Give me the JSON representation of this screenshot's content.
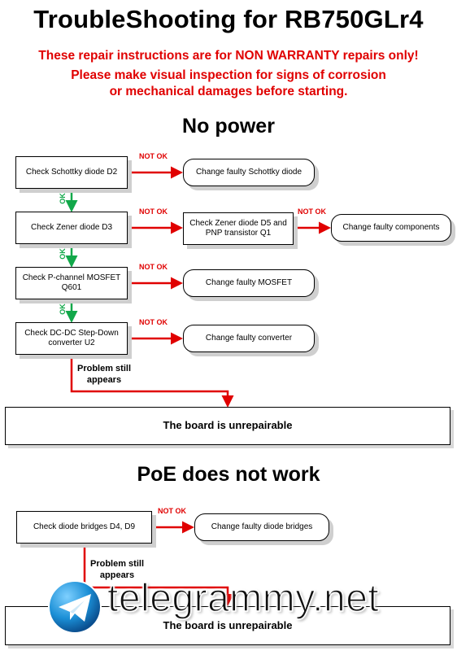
{
  "title": "TroubleShooting for RB750GLr4",
  "warnings": [
    "These repair instructions are for NON WARRANTY repairs only!",
    "Please make visual inspection for signs of corrosion",
    "or mechanical damages before starting."
  ],
  "section1": {
    "heading": "No power",
    "checks": [
      {
        "label": "Check Schottky diode D2",
        "fix": "Change faulty Schottky diode",
        "branch": "NOT OK"
      },
      {
        "label": "Check Zener diode D3",
        "fix": "Check Zener diode D5 and PNP transistor Q1",
        "branch": "NOT OK"
      },
      {
        "label": "Check P-channel MOSFET Q601",
        "fix": "Change faulty MOSFET",
        "branch": "NOT OK"
      },
      {
        "label": "Check DC-DC Step-Down converter U2",
        "fix": "Change faulty converter",
        "branch": "NOT OK"
      }
    ],
    "sub_fix": {
      "label": "Change faulty components",
      "branch": "NOT OK"
    },
    "ok_labels": [
      "OK",
      "OK",
      "OK"
    ],
    "still": "Problem still appears",
    "final": "The board is unrepairable"
  },
  "section2": {
    "heading": "PoE does not work",
    "check": "Check diode bridges D4, D9",
    "fix": "Change faulty diode bridges",
    "branch": "NOT OK",
    "still": "Problem still appears",
    "final": "The board is unrepairable"
  },
  "watermark": {
    "text": "telegrammy.net",
    "icon": "paper-plane-icon",
    "colors": {
      "globe": "#1b8fd6",
      "plane": "#ffffff"
    }
  },
  "colors": {
    "red": "#e00000",
    "green": "#12a84a"
  }
}
